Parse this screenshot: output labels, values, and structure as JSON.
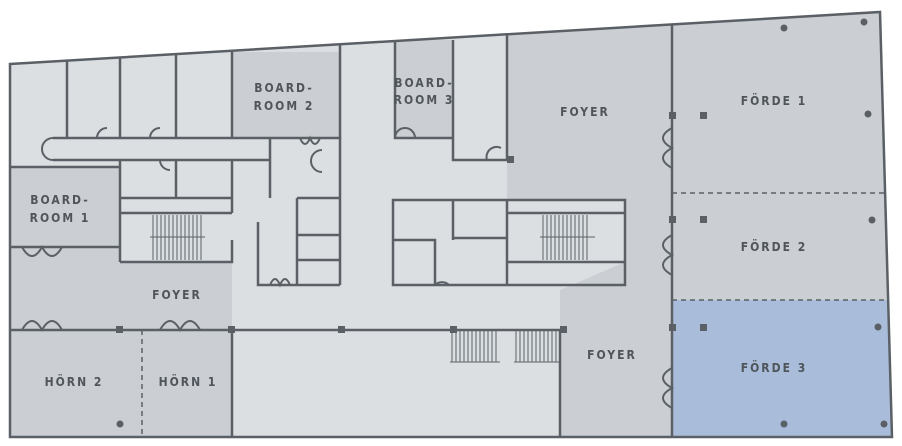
{
  "rooms": {
    "boardroom_2": {
      "line1": "BOARD-",
      "line2": "ROOM 2"
    },
    "boardroom_3": {
      "line1": "BOARD-",
      "line2": "ROOM 3"
    },
    "boardroom_1": {
      "line1": "BOARD-",
      "line2": "ROOM 1"
    },
    "foyer_top": "FOYER",
    "foyer_left": "FOYER",
    "foyer_bottom": "FOYER",
    "forde_1": "FÖRDE 1",
    "forde_2": "FÖRDE 2",
    "forde_3": "FÖRDE 3",
    "horn_1": "HÖRN 1",
    "horn_2": "HÖRN 2"
  },
  "colors": {
    "light": "#dcdfe2",
    "medium": "#cbcfd3",
    "wall": "#5a6065",
    "highlight": "#a9bddb"
  },
  "highlighted_room": "forde_3"
}
